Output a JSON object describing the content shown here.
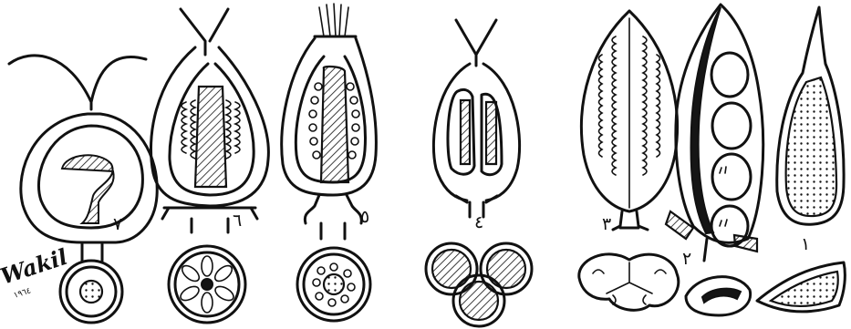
{
  "figure": {
    "background": "#ffffff",
    "ink_color": "#111111",
    "labels": [
      {
        "id": "7",
        "text": "٧"
      },
      {
        "id": "6",
        "text": "٦"
      },
      {
        "id": "5",
        "text": "٥"
      },
      {
        "id": "4",
        "text": "٤"
      },
      {
        "id": "3",
        "text": "٣"
      },
      {
        "id": "2",
        "text": "٢"
      },
      {
        "id": "1",
        "text": "١"
      }
    ],
    "signature": {
      "name": "Wakil",
      "year": "١٩٦٤"
    }
  }
}
